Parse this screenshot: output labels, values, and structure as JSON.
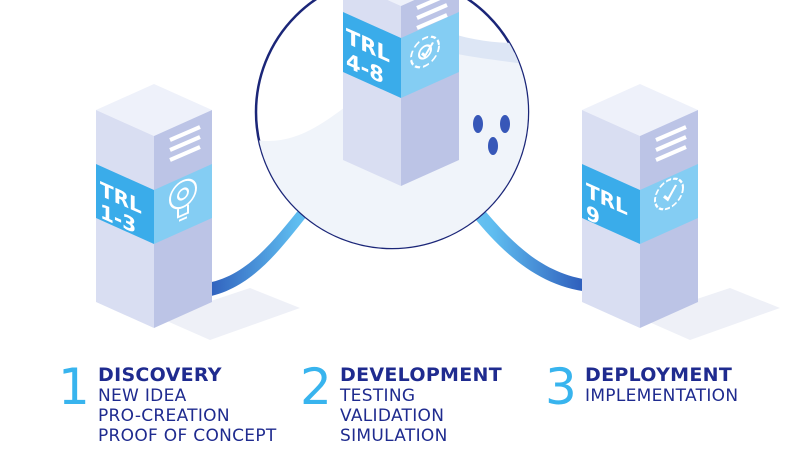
{
  "towers": [
    {
      "trl_label": "TRL",
      "trl_range": "1-3",
      "icon": "lightbulb-gear-icon"
    },
    {
      "trl_label": "TRL",
      "trl_range": "4-8",
      "icon": "gear-cycle-check-icon"
    },
    {
      "trl_label": "TRL",
      "trl_range": "9",
      "icon": "gear-check-icon"
    }
  ],
  "stages": [
    {
      "number": "1",
      "title": "DISCOVERY",
      "items": [
        "NEW IDEA",
        "PRO-CREATION",
        "PROOF OF CONCEPT"
      ]
    },
    {
      "number": "2",
      "title": "DEVELOPMENT",
      "items": [
        "TESTING",
        "VALIDATION",
        "SIMULATION"
      ]
    },
    {
      "number": "3",
      "title": "DEPLOYMENT",
      "items": [
        "IMPLEMENTATION"
      ]
    }
  ],
  "colors": {
    "tower_light": "#eef1fa",
    "tower_mid": "#d9def2",
    "tower_dark": "#bcc4e6",
    "band_front": "#3aacea",
    "band_side": "#84cdf3",
    "accent": "#38b4ee",
    "navy": "#1f2b8f",
    "circle_stroke": "#1b2678"
  }
}
